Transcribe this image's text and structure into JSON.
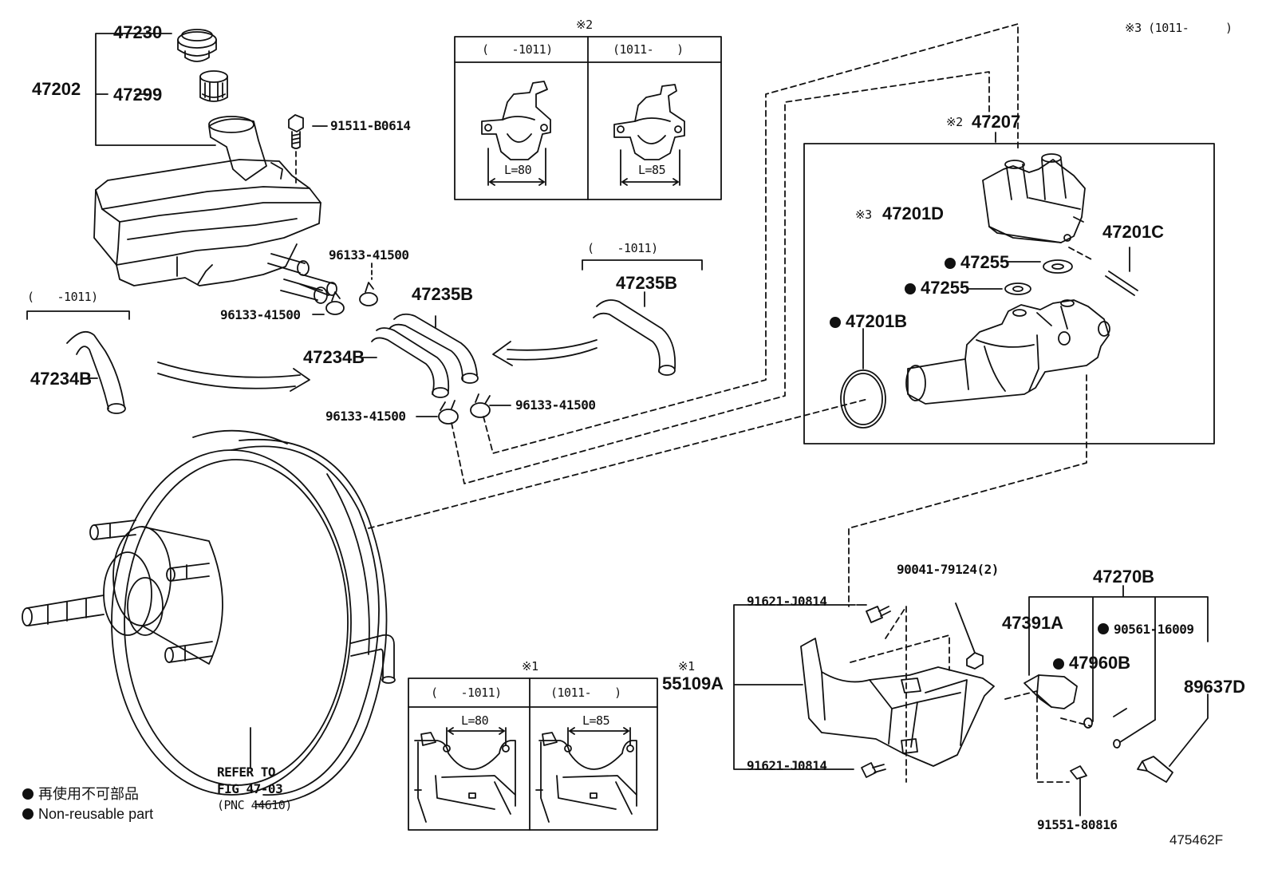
{
  "parts": {
    "p47230": "47230",
    "p47202": "47202",
    "p47299": "47299",
    "p91511": "91511-B0614",
    "p96133_a": "96133-41500",
    "p96133_b": "96133-41500",
    "p96133_c": "96133-41500",
    "p96133_d": "96133-41500",
    "p47235B_a": "47235B",
    "p47235B_b": "47235B",
    "p47234B_a": "47234B",
    "p47234B_b": "47234B",
    "p47207": "47207",
    "p47201D": "47201D",
    "p47201C": "47201C",
    "p47255_a": "47255",
    "p47255_b": "47255",
    "p47201B": "47201B",
    "p90041": "90041-79124(2)",
    "p47270B": "47270B",
    "p91621_a": "91621-J0814",
    "p91621_b": "91621-J0814",
    "p47391A": "47391A",
    "p90561": "90561-16009",
    "p47960B": "47960B",
    "p55109A": "55109A",
    "p89637D": "89637D",
    "p91551": "91551-80816"
  },
  "notes": {
    "mark2_top": "※2",
    "mark2_part": "※2",
    "mark3_part": "※3",
    "mark1_top": "※1",
    "mark1_part": "※1",
    "mark3_corner": "※3 (1011-",
    "corner_close": ")",
    "range_to_1011_left": "(　　-1011)",
    "range_to_1011_mid": "(　　-1011)",
    "box2_col1": "(　　-1011)",
    "box2_col2": "(1011-　　)",
    "box1_col1": "(　　-1011)",
    "box1_col2": "(1011-　　)",
    "l80_a": "L=80",
    "l85_a": "L=85",
    "l80_b": "L=80",
    "l85_b": "L=85"
  },
  "refer": {
    "line1": "REFER TO",
    "line2": "FIG 47-03",
    "line3": "(PNC 44610)"
  },
  "legend": {
    "jp": "再使用不可部品",
    "en": "Non-reusable part"
  },
  "figure_id": "475462F"
}
